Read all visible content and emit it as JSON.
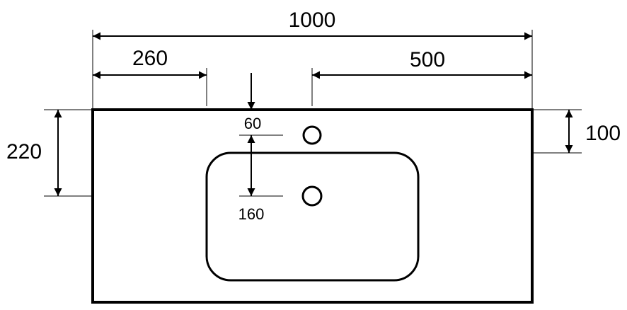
{
  "dimensions": {
    "overall_width": "1000",
    "left_offset": "260",
    "right_offset": "500",
    "left_height": "220",
    "right_height": "100",
    "hole_offset_top": "60",
    "hole_offset_second": "160"
  },
  "colors": {
    "stroke": "#000000",
    "background": "#ffffff"
  }
}
